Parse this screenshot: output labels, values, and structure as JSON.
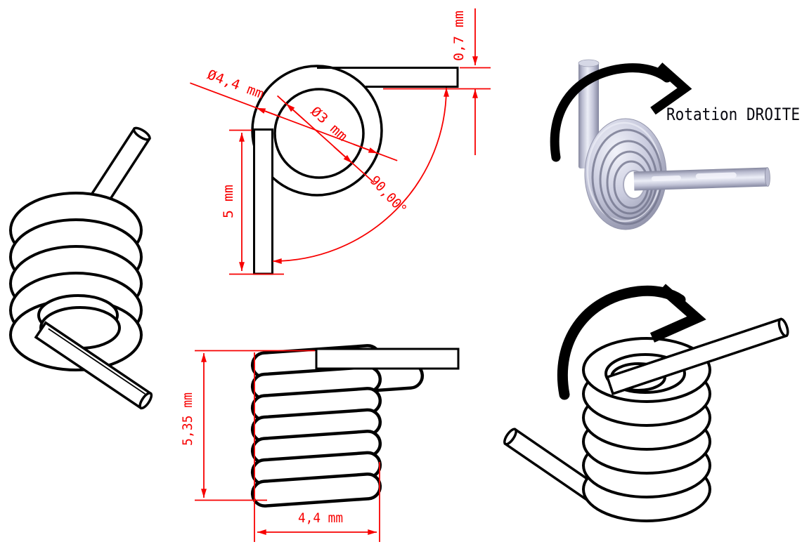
{
  "drawing": {
    "type": "torsion-spring technical drawing",
    "rotation_note": "Rotation DROITE",
    "dimensions": {
      "wire_thickness": "0,7 mm",
      "outer_diameter": "Ø4,4 mm",
      "inner_diameter": "Ø3 mm",
      "leg_length": "5 mm",
      "leg_angle": "90,00°",
      "body_height": "5,35 mm",
      "body_width": "4,4 mm"
    },
    "colors": {
      "dimension_red": "#f70000",
      "outline_black": "#000000",
      "render_body": "#c9cbde",
      "render_shade": "#898ba3",
      "render_highlight": "#f2f3fa",
      "background": "#ffffff"
    }
  }
}
